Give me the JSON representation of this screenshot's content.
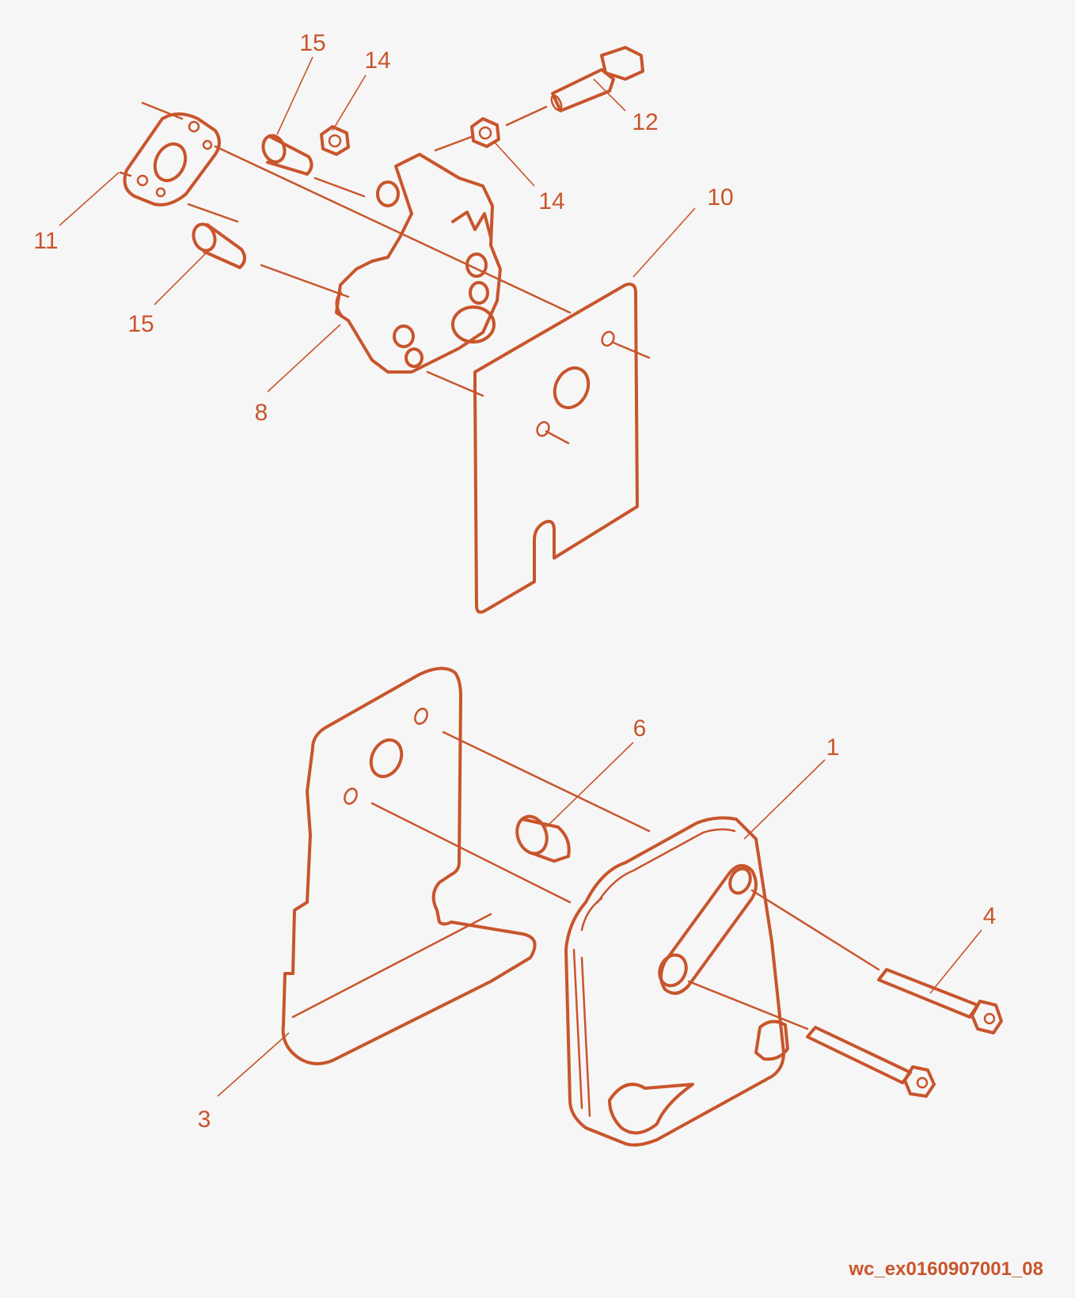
{
  "callouts": {
    "c15_top": "15",
    "c14_top": "14",
    "c12": "12",
    "c14_right": "14",
    "c11": "11",
    "c10": "10",
    "c15_left": "15",
    "c8": "8",
    "c6": "6",
    "c1": "1",
    "c4": "4",
    "c3": "3"
  },
  "document_id": "wc_ex0160907001_08",
  "colors": {
    "line": "#c8552c",
    "background": "#f7f6f6"
  }
}
